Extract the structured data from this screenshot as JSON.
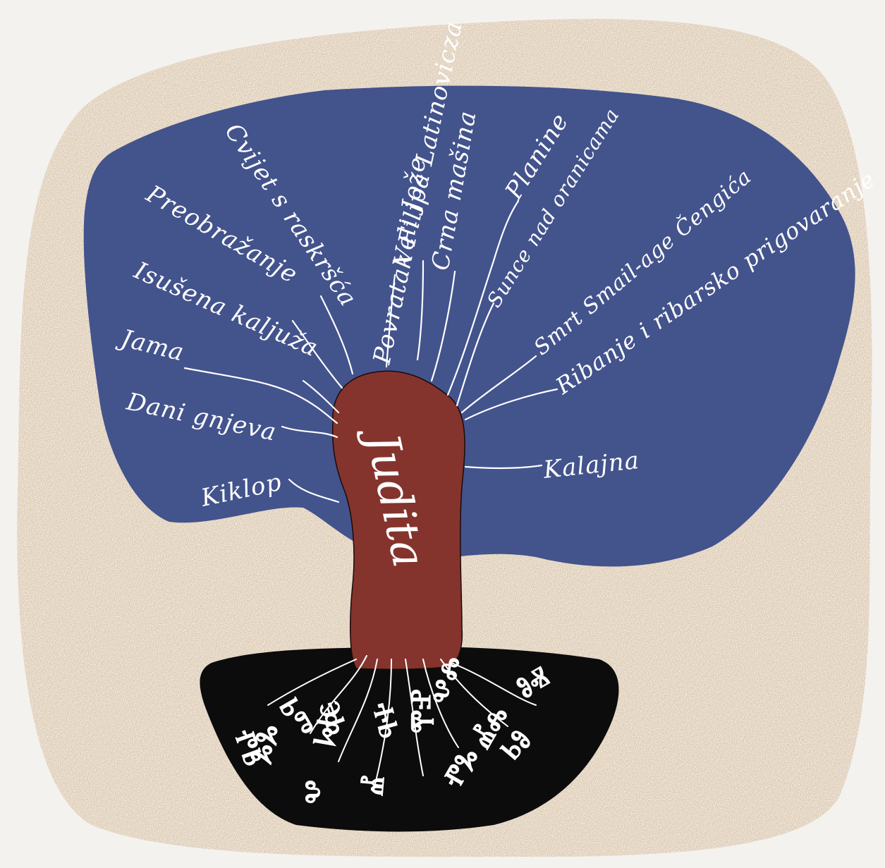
{
  "artwork": {
    "trunk_label": "Judita",
    "branches": [
      "Kiklop",
      "Dani gnjeva",
      "Jama",
      "Isušena kaljuža",
      "Preobražanje",
      "Cvijet s raskršća",
      "Povratak Filipa Latinovicza",
      "Veli Jože",
      "Crna mašina",
      "Planine",
      "Sunce nad oranicama",
      "Smrt Smail-age Čengića",
      "Ribanje i ribarsko prigovaranje",
      "Kalajna"
    ],
    "root_glyphs": [
      "ⰒⰓ",
      "ⰓⰕ",
      "ⰅⰓ",
      "Ⰲ",
      "ⰃⰃ",
      "ⰘⰓ",
      "ⰀⰓ",
      "Ⰼ",
      "ⰉⰐ",
      "ⰂⰎ",
      "ⰒⰃ",
      "ⰌⰎ",
      "ⰓⰑ",
      "ⰑⰟ"
    ]
  },
  "colors": {
    "background": "#f4f2ef",
    "stone": "#dbc8ad",
    "crown": "#43538c",
    "trunk": "#84342d",
    "soil": "#0c0c0c",
    "ink": "#ffffff"
  }
}
